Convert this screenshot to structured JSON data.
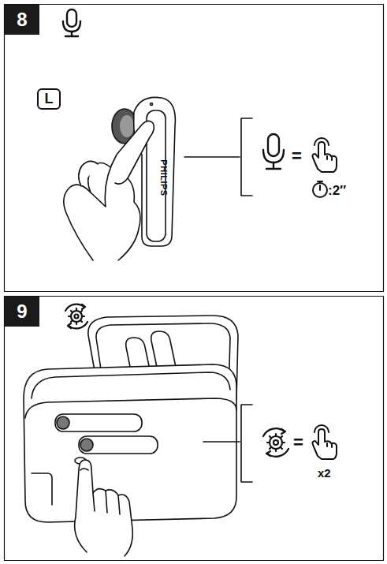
{
  "diagram": {
    "nodes": [
      {
        "text": [
          "8"
        ]
      },
      {
        "text": [
          "L"
        ]
      },
      {
        "text": [
          "9"
        ]
      }
    ],
    "labels": [
      "PHILIPS",
      "=",
      ":2″",
      "=",
      "x2"
    ]
  }
}
